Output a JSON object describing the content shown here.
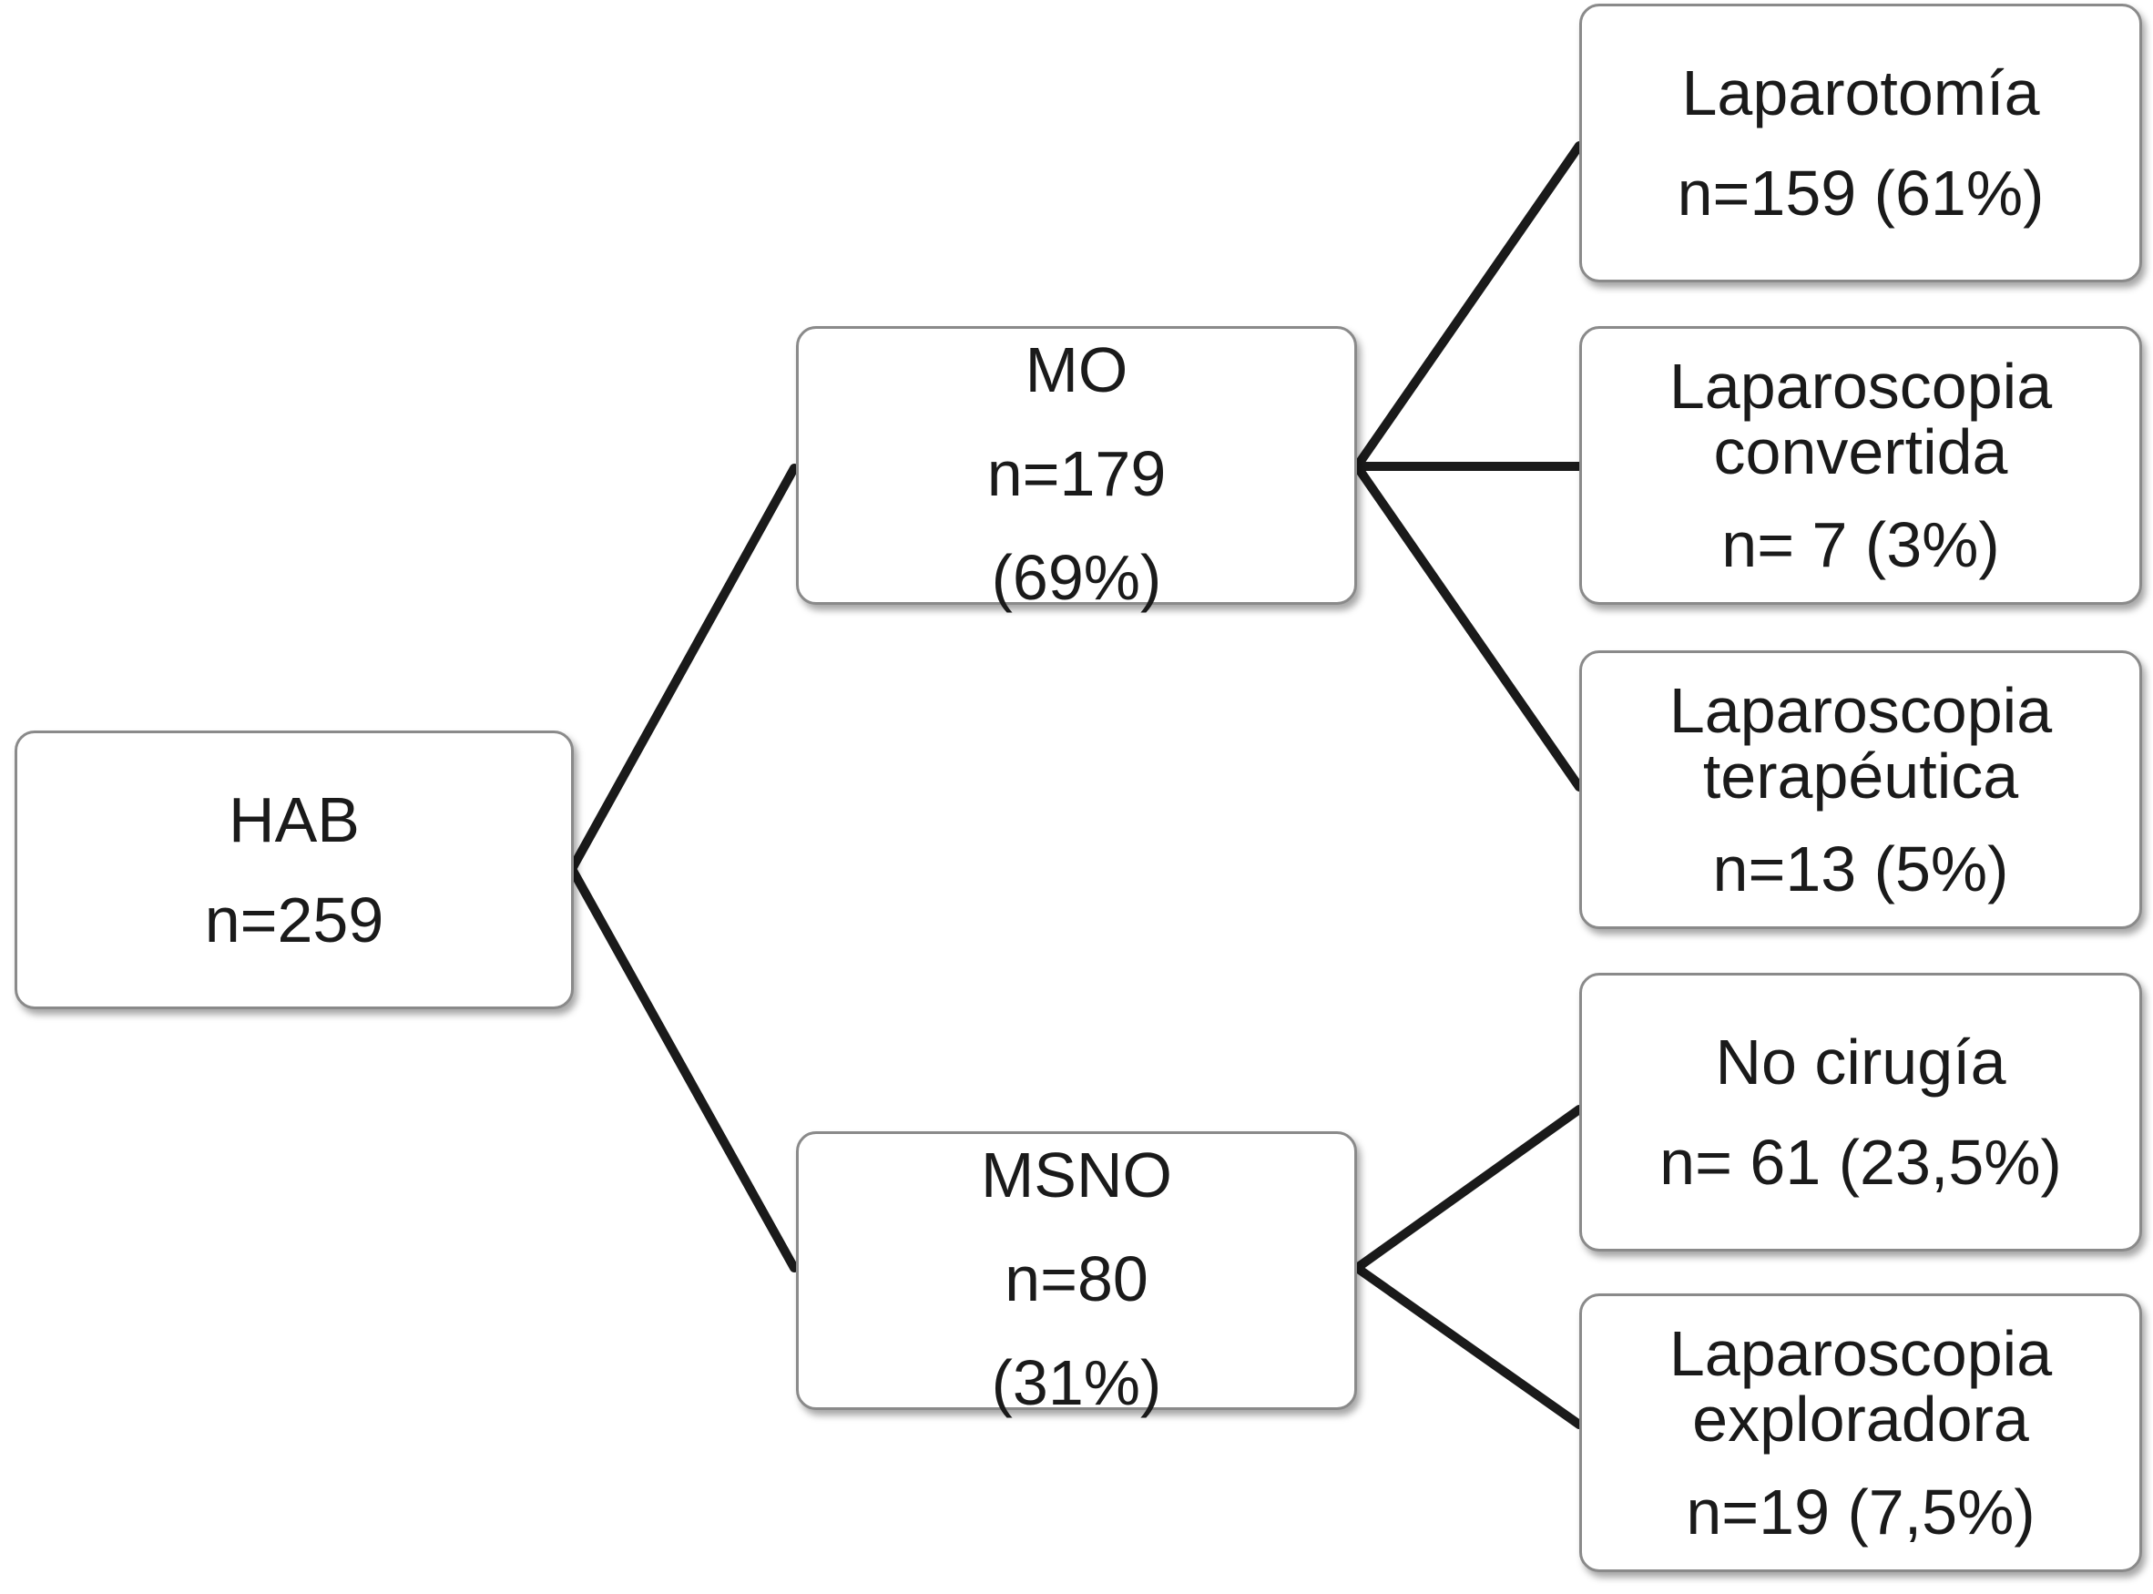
{
  "nodes": {
    "hab": {
      "lines": [
        "HAB",
        "n=259"
      ]
    },
    "mo": {
      "lines": [
        "MO",
        "n=179",
        "(69%)"
      ]
    },
    "msno": {
      "lines": [
        "MSNO",
        "n=80",
        "(31%)"
      ]
    },
    "laparotomia": {
      "lines": [
        "Laparotomía",
        "n=159 (61%)"
      ]
    },
    "laparoscopia_convertida": {
      "lines": [
        "Laparoscopia",
        "convertida",
        "n= 7 (3%)"
      ]
    },
    "laparoscopia_terapeutica": {
      "lines": [
        "Laparoscopia",
        "terapéutica",
        "n=13 (5%)"
      ]
    },
    "no_cirugia": {
      "lines": [
        "No cirugía",
        "n= 61 (23,5%)"
      ]
    },
    "laparoscopia_exploradora": {
      "lines": [
        "Laparoscopia",
        "exploradora",
        "n=19 (7,5%)"
      ]
    }
  },
  "edges": [
    {
      "from": "HAB",
      "to": "MO"
    },
    {
      "from": "HAB",
      "to": "MSNO"
    },
    {
      "from": "MO",
      "to": "Laparotomía"
    },
    {
      "from": "MO",
      "to": "Laparoscopia convertida"
    },
    {
      "from": "MO",
      "to": "Laparoscopia terapéutica"
    },
    {
      "from": "MSNO",
      "to": "No cirugía"
    },
    {
      "from": "MSNO",
      "to": "Laparoscopia exploradora"
    }
  ],
  "colors": {
    "line": "#1a1a1a",
    "box_border": "#8a8a8a",
    "box_fill": "#ffffff"
  }
}
